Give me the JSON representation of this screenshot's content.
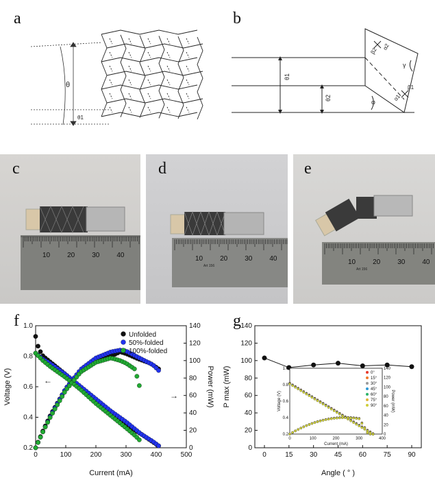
{
  "panels": {
    "a": {
      "label": "a",
      "theta": "θ",
      "theta1": "θ1"
    },
    "b": {
      "label": "b",
      "theta1": "θ1",
      "theta2": "θ2",
      "phi": "φ",
      "gamma": "γ",
      "alpha1": "α1",
      "alpha2": "α2",
      "beta1": "β1",
      "beta2": "β2"
    },
    "c": {
      "label": "c",
      "ruler_ticks": [
        "10",
        "20",
        "30",
        "40"
      ]
    },
    "d": {
      "label": "d",
      "ruler_ticks": [
        "10",
        "20",
        "30",
        "40"
      ],
      "ruler_mark": "Art 156"
    },
    "e": {
      "label": "e",
      "ruler_ticks": [
        "10",
        "20",
        "30",
        "40"
      ],
      "ruler_mark": "Art 156"
    },
    "f": {
      "label": "f",
      "arrow_left": "←",
      "arrow_right": "→"
    },
    "g": {
      "label": "g"
    }
  },
  "colors": {
    "unfolded": "#111111",
    "folded50": "#2233ee",
    "folded100": "#22aa33",
    "inset_series": [
      "#e8382c",
      "#f07a2a",
      "#9a9a9a",
      "#2e9ad8",
      "#2db36a",
      "#e0b43a",
      "#cfcf3a"
    ]
  },
  "chart_data": [
    {
      "type": "scatter",
      "panel": "f",
      "xlabel": "Current (mA)",
      "ylabel": "Voltage (V)",
      "y2label": "Power (mW)",
      "xlim": [
        0,
        500
      ],
      "xticks": [
        "0",
        "100",
        "200",
        "300",
        "400",
        "500"
      ],
      "ylim": [
        0.2,
        1.0
      ],
      "yticks": [
        "0.2",
        "0.4",
        "0.6",
        "0.8",
        "1.0"
      ],
      "y2lim": [
        0,
        140
      ],
      "y2ticks": [
        "0",
        "20",
        "40",
        "60",
        "80",
        "100",
        "120",
        "140"
      ],
      "legend_position": "top-right",
      "series": [
        {
          "name": "Unfolded",
          "color_key": "unfolded",
          "voltage": [
            [
              0,
              0.93
            ],
            [
              10,
              0.85
            ],
            [
              25,
              0.8
            ],
            [
              50,
              0.76
            ],
            [
              100,
              0.68
            ],
            [
              150,
              0.59
            ],
            [
              200,
              0.5
            ],
            [
              250,
              0.42
            ],
            [
              300,
              0.35
            ],
            [
              350,
              0.29
            ],
            [
              380,
              0.25
            ],
            [
              410,
              0.21
            ]
          ],
          "power": [
            [
              0,
              0
            ],
            [
              25,
              20
            ],
            [
              50,
              38
            ],
            [
              100,
              68
            ],
            [
              150,
              88
            ],
            [
              200,
              100
            ],
            [
              250,
              105
            ],
            [
              280,
              110
            ],
            [
              300,
              108
            ],
            [
              340,
              102
            ],
            [
              380,
              97
            ],
            [
              410,
              90
            ]
          ]
        },
        {
          "name": "50%-folded",
          "color_key": "folded50",
          "voltage": [
            [
              0,
              0.82
            ],
            [
              25,
              0.78
            ],
            [
              50,
              0.75
            ],
            [
              100,
              0.68
            ],
            [
              150,
              0.6
            ],
            [
              200,
              0.52
            ],
            [
              250,
              0.44
            ],
            [
              300,
              0.37
            ],
            [
              350,
              0.29
            ],
            [
              390,
              0.24
            ],
            [
              410,
              0.21
            ]
          ],
          "power": [
            [
              0,
              0
            ],
            [
              25,
              19
            ],
            [
              50,
              37
            ],
            [
              100,
              68
            ],
            [
              150,
              90
            ],
            [
              200,
              103
            ],
            [
              250,
              110
            ],
            [
              280,
              112
            ],
            [
              300,
              111
            ],
            [
              350,
              102
            ],
            [
              390,
              95
            ],
            [
              410,
              88
            ]
          ]
        },
        {
          "name": "100%-folded",
          "color_key": "folded100",
          "voltage": [
            [
              0,
              0.82
            ],
            [
              25,
              0.77
            ],
            [
              50,
              0.73
            ],
            [
              100,
              0.66
            ],
            [
              150,
              0.58
            ],
            [
              200,
              0.49
            ],
            [
              250,
              0.41
            ],
            [
              300,
              0.33
            ],
            [
              330,
              0.28
            ],
            [
              345,
              0.25
            ]
          ],
          "power": [
            [
              0,
              0
            ],
            [
              25,
              19
            ],
            [
              50,
              36
            ],
            [
              100,
              66
            ],
            [
              150,
              87
            ],
            [
              200,
              98
            ],
            [
              250,
              103
            ],
            [
              280,
              100
            ],
            [
              300,
              97
            ],
            [
              330,
              90
            ],
            [
              345,
              70
            ]
          ]
        }
      ]
    },
    {
      "type": "line",
      "panel": "g",
      "xlabel": "Angle ( ° )",
      "ylabel": "P max (mW)",
      "xlim": [
        0,
        90
      ],
      "xticks": [
        "0",
        "15",
        "30",
        "45",
        "60",
        "75",
        "90"
      ],
      "ylim": [
        0,
        140
      ],
      "yticks": [
        "0",
        "20",
        "40",
        "60",
        "80",
        "100",
        "120",
        "140"
      ],
      "x": [
        0,
        15,
        30,
        45,
        60,
        75,
        90
      ],
      "values": [
        103,
        92,
        95,
        97,
        94,
        95,
        93
      ],
      "inset": {
        "type": "scatter",
        "xlabel": "Current (mA)",
        "ylabel": "Voltage (V)",
        "y2label": "Power (mW)",
        "xlim": [
          0,
          400
        ],
        "xticks": [
          "0",
          "100",
          "200",
          "300",
          "400"
        ],
        "ylim": [
          0.2,
          1.0
        ],
        "yticks": [
          "0.2",
          "0.4",
          "0.6",
          "0.8",
          "1.0"
        ],
        "y2lim": [
          0,
          140
        ],
        "y2ticks": [
          "0",
          "20",
          "40",
          "60",
          "80",
          "100",
          "120",
          "140"
        ],
        "legend": [
          "0°",
          "15°",
          "30°",
          "45°",
          "60°",
          "75°",
          "90°"
        ]
      }
    }
  ]
}
